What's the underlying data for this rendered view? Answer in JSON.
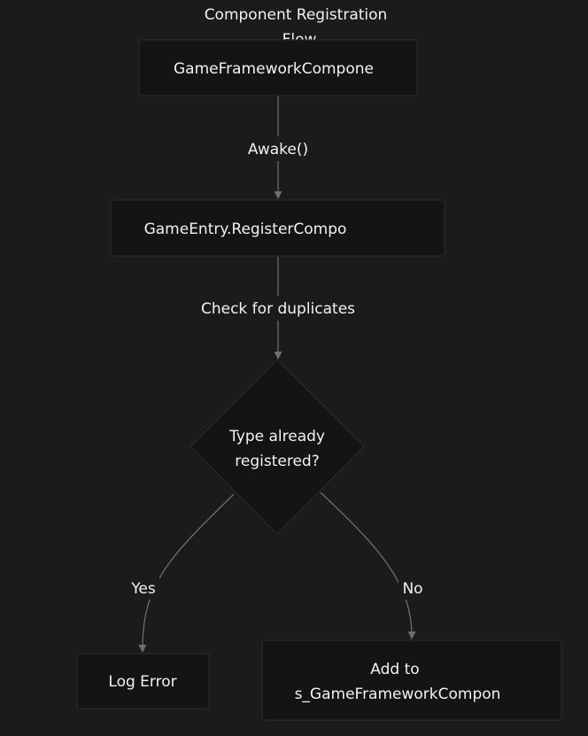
{
  "title": {
    "line1": "Component Registration",
    "line2": "Flow"
  },
  "nodes": {
    "component": "GameFrameworkCompone",
    "register": "GameEntry.RegisterCompo",
    "decision_line1": "Type already",
    "decision_line2": "registered?",
    "log_error": "Log Error",
    "add_line1": "Add to",
    "add_line2": "s_GameFrameworkCompon"
  },
  "edges": {
    "awake": "Awake()",
    "check": "Check for duplicates",
    "yes": "Yes",
    "no": "No"
  },
  "colors": {
    "background": "#1b1b1c",
    "node_fill": "#141414",
    "node_border": "#2c2c2c",
    "edge": "#6e6e6e",
    "text": "#f2f2f2"
  }
}
